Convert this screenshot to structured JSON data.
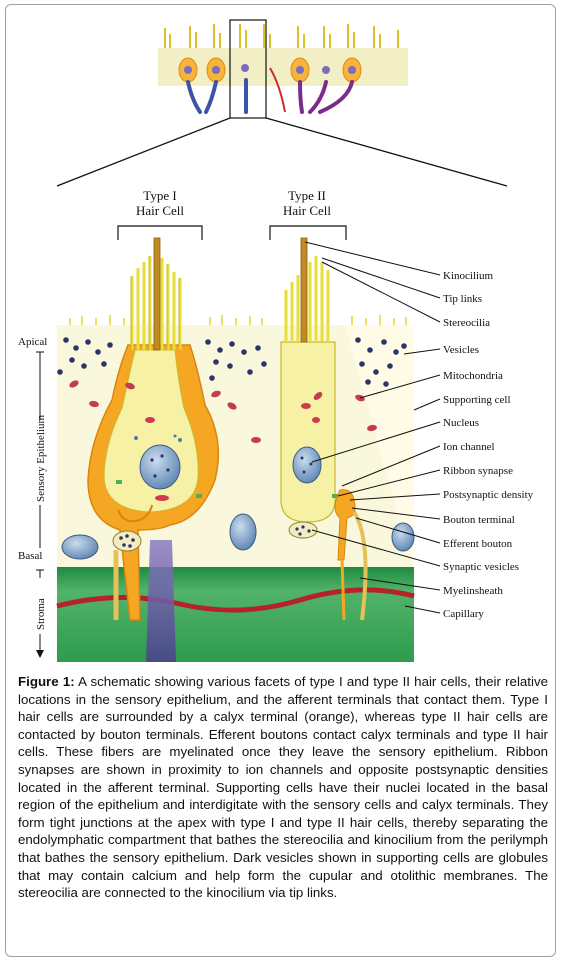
{
  "headers": {
    "type1": [
      "Type I",
      "Hair Cell"
    ],
    "type2": [
      "Type II",
      "Hair Cell"
    ]
  },
  "axis": {
    "apical": "Apical",
    "sensory": "Sensory Epithelium",
    "basal": "Basal",
    "stroma": "Stroma"
  },
  "labels": [
    "Kinocilium",
    "Tip links",
    "Stereocilia",
    "Vesicles",
    "Mitochondria",
    "Supporting cell",
    "Nucleus",
    "Ion channel",
    "Ribbon synapse",
    "Postsynaptic density",
    "Bouton terminal",
    "Efferent bouton",
    "Synaptic vesicles",
    "Myelinsheath",
    "Capillary"
  ],
  "caption": {
    "lead": "Figure 1:",
    "text": " A schematic showing various facets of type I and type II hair cells, their relative locations in the sensory epithelium, and the afferent terminals that contact them.  Type I hair cells are surrounded by a calyx terminal (orange), whereas type II hair cells are contacted by bouton terminals.  Efferent boutons contact calyx terminals and type II hair cells.  These fibers are myelinated once they leave the sensory epithelium.  Ribbon synapses are shown in proximity to ion channels and opposite postsynaptic densities located in the afferent terminal.  Supporting cells have their nuclei located in the basal region of the epithelium and interdigitate with the sensory cells and calyx terminals.  They form tight junctions at the apex with type I and type II hair cells, thereby separating the endolymphatic compartment that bathes the stereocilia and kinocilium from the perilymph that bathes the sensory epithelium.  Dark vesicles shown in supporting cells are globules that may contain calcium and help form the cupular and otolithic membranes.  The stereocilia are connected to the kinocilium via tip links."
  },
  "colors": {
    "calyx": "#f5a623",
    "hairCell": "#f7f1a6",
    "stereocilia": "#e8de3a",
    "epithelium": "#f8f6d8",
    "stroma": "#2f9a4c",
    "capillary": "#b5232a",
    "vesicle": "#2b3566",
    "nucleus": "#6f93bd"
  }
}
